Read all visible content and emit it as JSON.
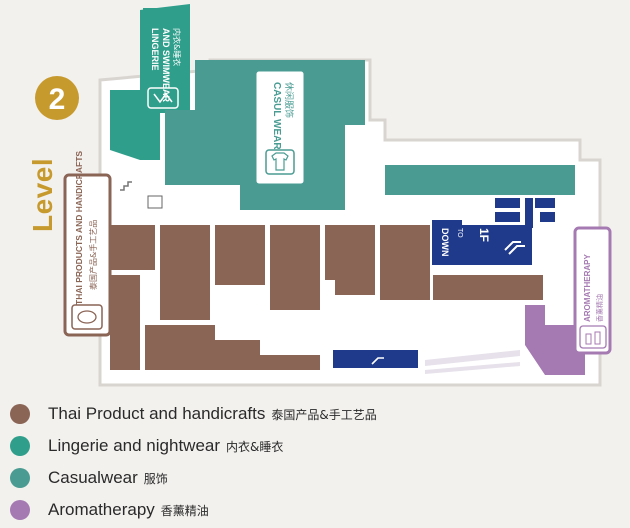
{
  "level": {
    "word": "Level",
    "number": "2",
    "color": "#c79a2e"
  },
  "colors": {
    "thai": "#8a6455",
    "lingerie": "#2f9f8c",
    "casual": "#4a9c93",
    "aroma": "#a57ab2",
    "service": "#1f3a8a",
    "outline": "#d8d4cf",
    "wall": "#ffffff"
  },
  "zones": {
    "thai": {
      "en": "THAI PRODUCTS AND HANDICRAFTS",
      "zh": "泰国产品&手工艺品",
      "icon": "handicraft-icon"
    },
    "lingerie": {
      "en_line1": "LINGERIE",
      "en_line2": "AND SWIMWEAR",
      "zh": "内衣&睡衣",
      "icon": "lingerie-icon"
    },
    "casual": {
      "en": "CASUL WEAR",
      "zh": "休闲服饰",
      "icon": "tshirt-icon"
    },
    "aroma": {
      "en": "AROMATHERAPY",
      "zh": "香薰精油",
      "icon": "aroma-bottles-icon"
    },
    "down": {
      "line1": "DOWN",
      "line2": "TO",
      "line3": "1F",
      "icon": "escalator-icon"
    }
  },
  "legend": [
    {
      "label": "Thai Product and handicrafts",
      "zh": "泰国产品&手工艺品",
      "color": "#8a6455"
    },
    {
      "label": "Lingerie and nightwear",
      "zh": "内衣&睡衣",
      "color": "#2f9f8c"
    },
    {
      "label": "Casualwear",
      "zh": "服饰",
      "color": "#4a9c93"
    },
    {
      "label": "Aromatherapy",
      "zh": "香薰精油",
      "color": "#a57ab2"
    }
  ]
}
